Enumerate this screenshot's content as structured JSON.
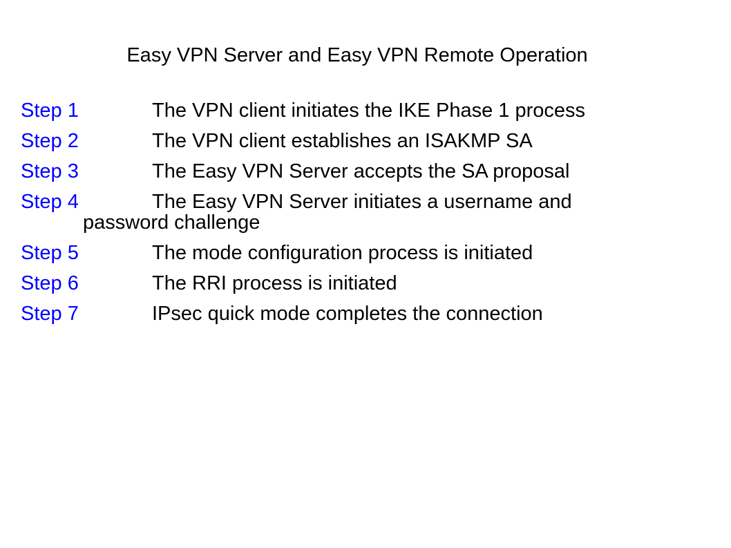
{
  "title": "Easy VPN Server and Easy VPN Remote Operation",
  "colors": {
    "step_label": "#0000ff",
    "text": "#000000",
    "background": "#ffffff"
  },
  "steps": [
    {
      "label": "Step 1",
      "text": "The VPN client initiates the IKE Phase 1 process"
    },
    {
      "label": "Step 2",
      "text": "The VPN client establishes an ISAKMP SA"
    },
    {
      "label": "Step 3",
      "text": "The Easy VPN Server accepts the SA proposal"
    },
    {
      "label": "Step 4",
      "text": "The Easy VPN Server initiates a username and",
      "text_cont": "password challenge"
    },
    {
      "label": "Step 5",
      "text": "The mode configuration process is initiated"
    },
    {
      "label": "Step 6",
      "text": "The RRI process is initiated"
    },
    {
      "label": "Step 7",
      "text": "IPsec quick mode completes the connection"
    }
  ]
}
